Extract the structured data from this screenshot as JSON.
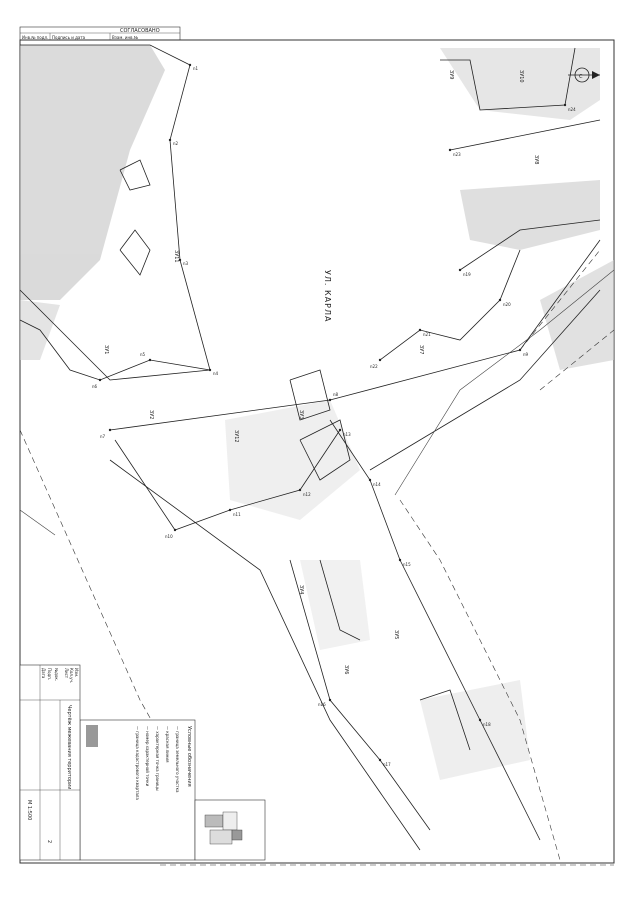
{
  "sheet": {
    "top_stamp": "СОГЛАСОВАНО",
    "top_header_cells": [
      "Инв.№ подл.",
      "Подпись и дата",
      "Взам. инв.№"
    ],
    "north_arrow_label": "С",
    "area_label_main": "УЛ. КАРЛА",
    "area_label_right": "",
    "area_label_bottom": "",
    "scale": "М 1:500",
    "sheet_number": "2",
    "notes_heading": "Условные обозначения",
    "notes": [
      "— граница земельного участка",
      "— красная линия",
      "— характерная точка границы",
      "— номер характерной точки",
      "— граница кадастрового квартала"
    ],
    "title_block_rows": [
      "Изм.",
      "Кол.уч.",
      "Лист",
      "№док.",
      "Подп.",
      "Дата"
    ],
    "title_block_text": "Чертёж межевания территории",
    "parcel_labels": [
      "ЗУ1",
      "ЗУ2",
      "ЗУ3",
      "ЗУ4",
      "ЗУ5",
      "ЗУ6",
      "ЗУ7",
      "ЗУ8",
      "ЗУ9",
      "ЗУ10",
      "ЗУ11",
      "ЗУ12"
    ],
    "point_labels": [
      "n1",
      "n2",
      "n3",
      "n4",
      "n5",
      "n6",
      "n7",
      "n8",
      "n9",
      "n10",
      "n11",
      "n12",
      "n13",
      "n14",
      "n15",
      "n16",
      "n17",
      "n18",
      "n19",
      "n20",
      "n21",
      "n22",
      "n23",
      "n24"
    ]
  }
}
